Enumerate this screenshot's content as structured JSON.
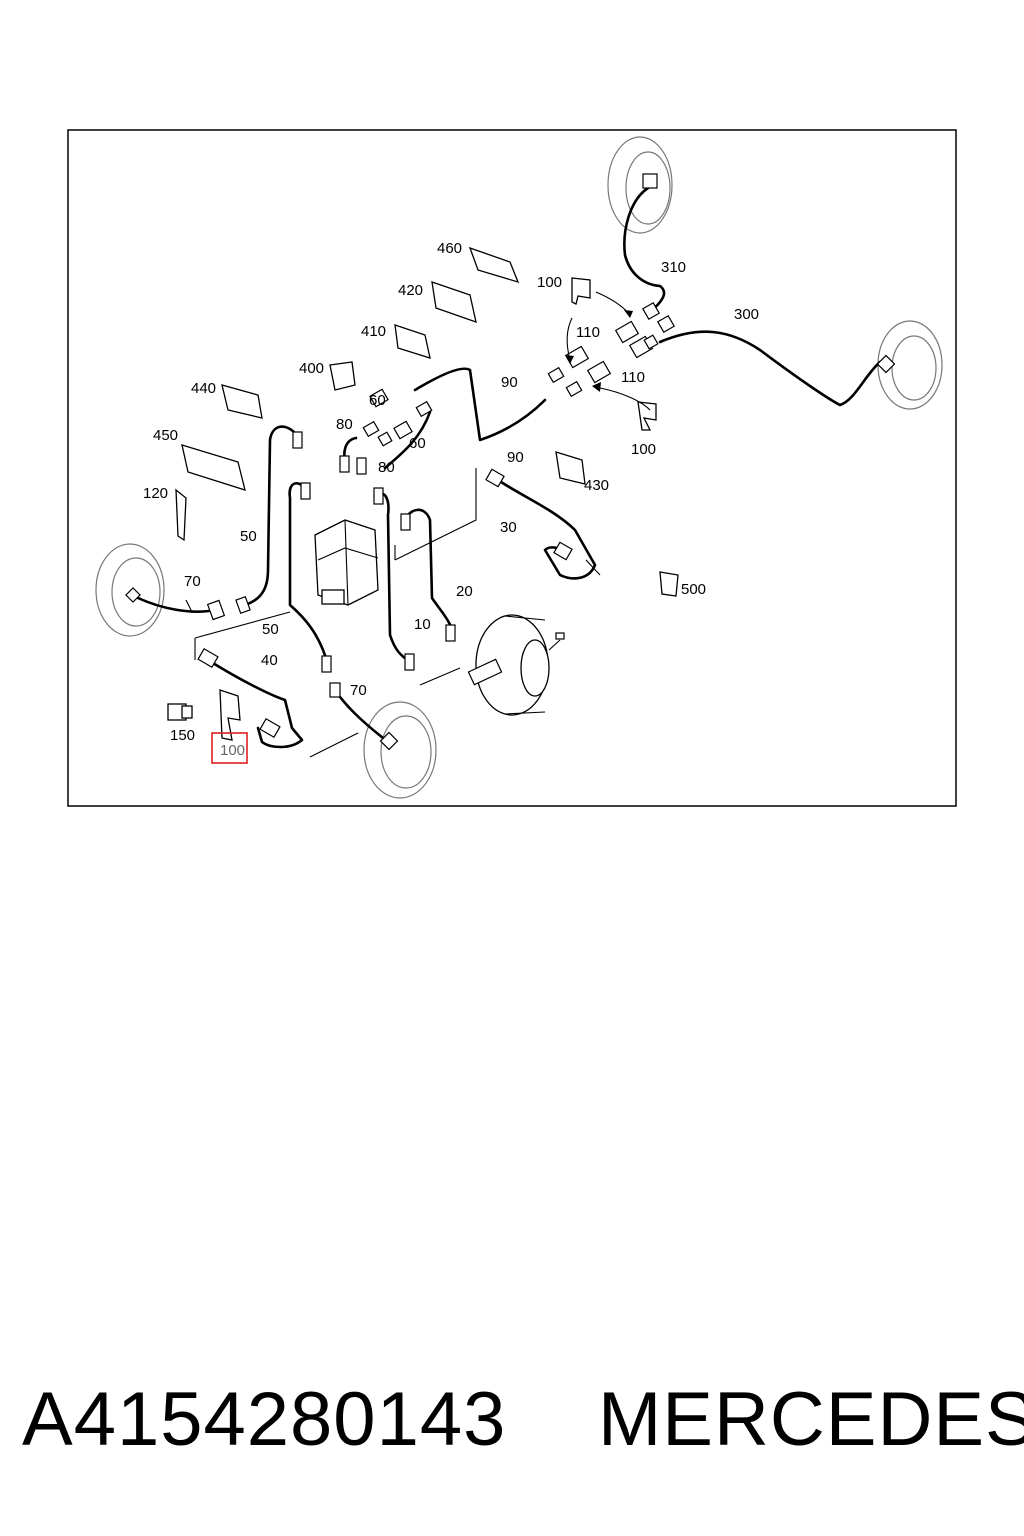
{
  "diagram": {
    "callouts": [
      {
        "id": "c460",
        "text": "460"
      },
      {
        "id": "c420",
        "text": "420"
      },
      {
        "id": "c410",
        "text": "410"
      },
      {
        "id": "c400",
        "text": "400"
      },
      {
        "id": "c440",
        "text": "440"
      },
      {
        "id": "c450",
        "text": "450"
      },
      {
        "id": "c120",
        "text": "120"
      },
      {
        "id": "c100a",
        "text": "100"
      },
      {
        "id": "c310",
        "text": "310"
      },
      {
        "id": "c300",
        "text": "300"
      },
      {
        "id": "c110a",
        "text": "110"
      },
      {
        "id": "c110b",
        "text": "110"
      },
      {
        "id": "c90a",
        "text": "90"
      },
      {
        "id": "c90b",
        "text": "90"
      },
      {
        "id": "c100b",
        "text": "100"
      },
      {
        "id": "c60a",
        "text": "60"
      },
      {
        "id": "c60b",
        "text": "60"
      },
      {
        "id": "c80a",
        "text": "80"
      },
      {
        "id": "c80b",
        "text": "80"
      },
      {
        "id": "c430",
        "text": "430"
      },
      {
        "id": "c30",
        "text": "30"
      },
      {
        "id": "c50a",
        "text": "50"
      },
      {
        "id": "c50b",
        "text": "50"
      },
      {
        "id": "c70a",
        "text": "70"
      },
      {
        "id": "c70b",
        "text": "70"
      },
      {
        "id": "c500",
        "text": "500"
      },
      {
        "id": "c20",
        "text": "20"
      },
      {
        "id": "c10",
        "text": "10"
      },
      {
        "id": "c40",
        "text": "40"
      },
      {
        "id": "c150",
        "text": "150"
      },
      {
        "id": "c100c",
        "text": "100",
        "highlighted": true
      }
    ],
    "highlight_color": "#e02020"
  },
  "caption": {
    "part_number": "A4154280143",
    "brand": "MERCEDES"
  }
}
